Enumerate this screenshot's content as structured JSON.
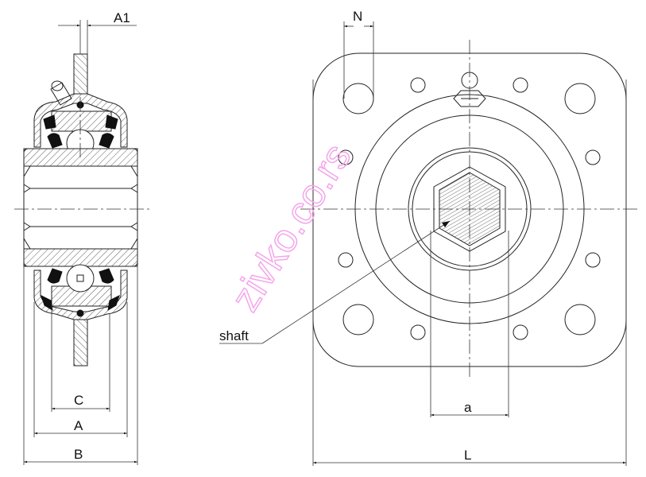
{
  "drawing": {
    "type": "technical drawing",
    "subject": "square flange bearing unit with hexagonal bore",
    "views": [
      {
        "name": "side-section-view",
        "description": "cross-section through housing, insert bearing and hex bore"
      },
      {
        "name": "front-view",
        "description": "square 4-bolt flange with lubrication nipple and hexagonal shaft"
      }
    ]
  },
  "labels": {
    "side_view": {
      "A1": "A1",
      "C": "C",
      "A": "A",
      "B": "B"
    },
    "front_view": {
      "N": "N",
      "a": "a",
      "L": "L",
      "shaft": "shaft"
    }
  },
  "watermark": {
    "text": "zivko.co.rs",
    "color": "#f4a6ea"
  },
  "colors": {
    "line": "#222222",
    "background": "#ffffff",
    "fill_black": "#111111"
  }
}
